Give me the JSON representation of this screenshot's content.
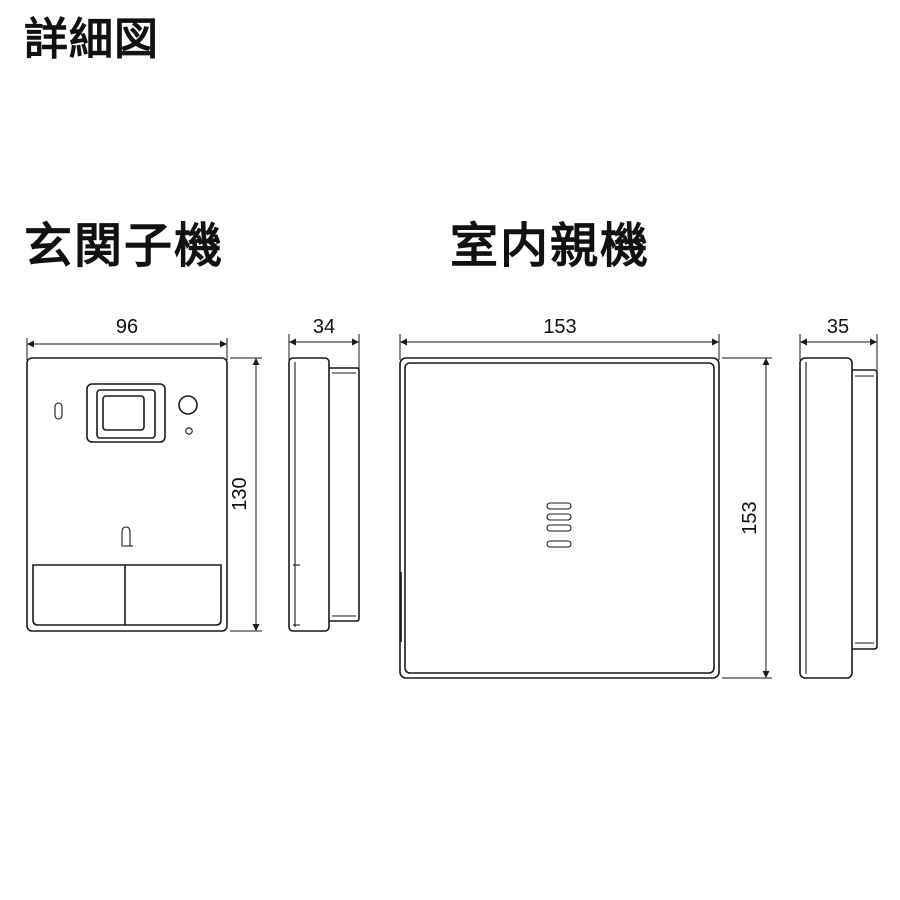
{
  "header": {
    "title": "詳細図"
  },
  "entrance_unit": {
    "title": "玄関子機",
    "dims": {
      "width": "96",
      "height": "130",
      "depth": "34"
    }
  },
  "indoor_unit": {
    "title": "室内親機",
    "dims": {
      "width": "153",
      "height": "153",
      "depth": "35"
    }
  }
}
